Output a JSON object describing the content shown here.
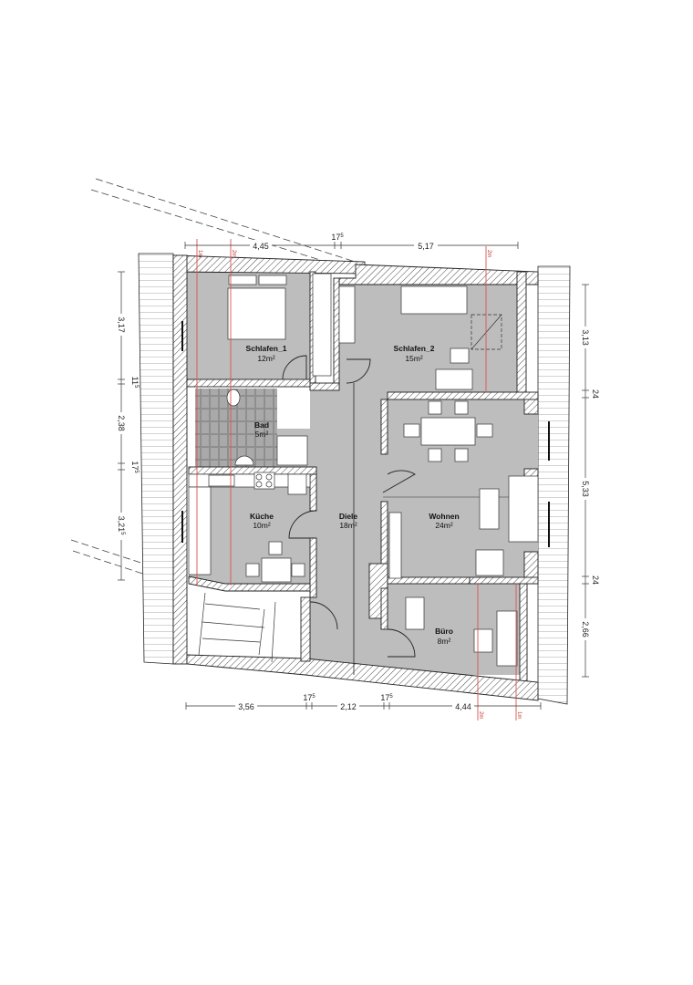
{
  "plan": {
    "type": "floor-plan",
    "colors": {
      "room_fill": "#bdbdbd",
      "wall_hatch": "#333333",
      "height_line": "#d9534f",
      "dimension_line": "#333333",
      "roof_edge": "#c9dbe8"
    },
    "rooms": [
      {
        "name": "Schlafen_1",
        "area": "12m²"
      },
      {
        "name": "Schlafen_2",
        "area": "15m²"
      },
      {
        "name": "Bad",
        "area": "5m²"
      },
      {
        "name": "Küche",
        "area": "10m²"
      },
      {
        "name": "Diele",
        "area": "18m²"
      },
      {
        "name": "Wohnen",
        "area": "24m²"
      },
      {
        "name": "Büro",
        "area": "8m²"
      }
    ],
    "dimensions": {
      "top": {
        "left": "4,45",
        "mid": "17",
        "mid_sup": "5",
        "right": "5,17"
      },
      "bottom": {
        "a": "3,56",
        "b": "17",
        "b_sup": "5",
        "c": "2,12",
        "d": "17",
        "d_sup": "5",
        "e": "4,44"
      },
      "left": {
        "a": "3,17",
        "b": "11",
        "b_sup": "5",
        "c": "2,38",
        "d": "17",
        "d_sup": "5",
        "e": "3,21",
        "e_sup": "5"
      },
      "right": {
        "a": "3,13",
        "b": "24",
        "c": "5,33",
        "d": "24",
        "e": "2,66"
      }
    },
    "height_markers": {
      "top_left_1": "1m",
      "top_left_2": "2m",
      "top_right": "2m",
      "bottom_right_1": "2m",
      "bottom_right_2": "1m"
    }
  }
}
